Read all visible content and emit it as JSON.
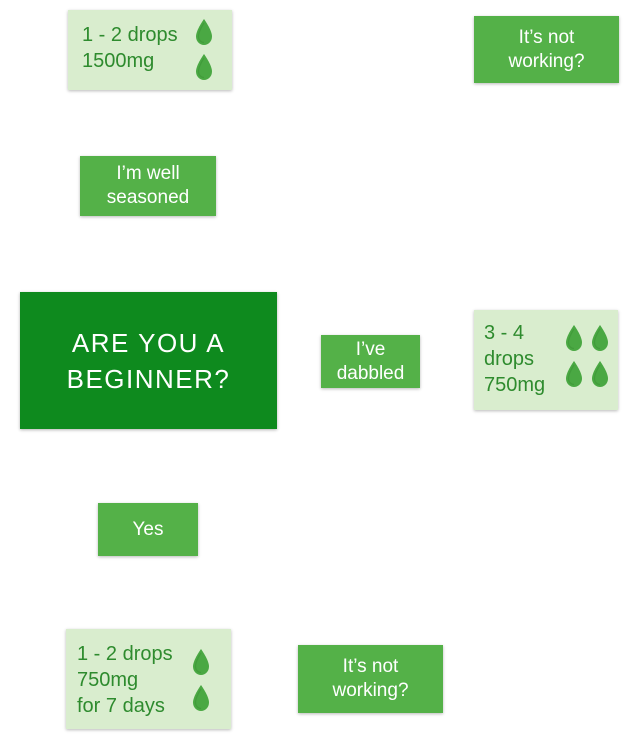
{
  "question": {
    "text": "ARE YOU A\nBEGINNER?"
  },
  "answers": {
    "seasoned": "I’m well\nseasoned",
    "dabbled": "I’ve\ndabbled",
    "yes": "Yes",
    "not_working_top": "It’s not\nworking?",
    "not_working_bottom": "It’s not\nworking?"
  },
  "dosages": {
    "seasoned": {
      "lines": [
        "1 - 2 drops",
        "1500mg"
      ],
      "drops": 2
    },
    "dabbled": {
      "lines": [
        "3 - 4",
        "drops",
        "750mg"
      ],
      "drops": 4
    },
    "beginner": {
      "lines": [
        "1 - 2 drops",
        "750mg",
        "for 7 days"
      ],
      "drops": 2
    }
  },
  "icons": {
    "drop": "drop-icon"
  },
  "colors": {
    "question_bg": "#0e8a1e",
    "answer_bg": "#54b148",
    "card_bg": "#d9edce",
    "card_text": "#2e8b2e",
    "drop_fill": "#4aa843"
  }
}
